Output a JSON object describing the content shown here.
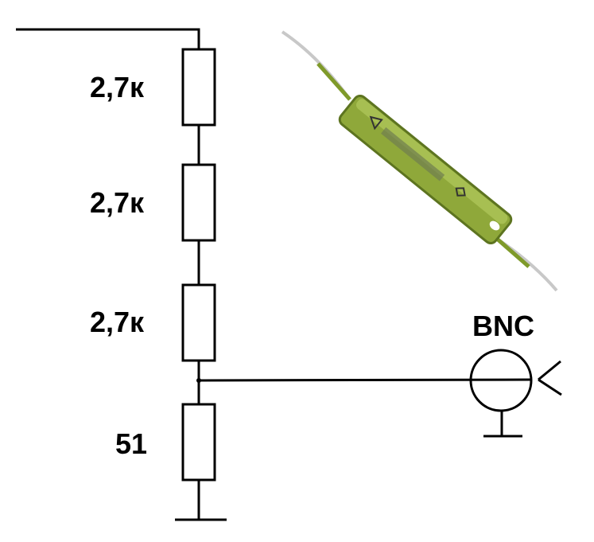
{
  "labels": {
    "r1": "2,7к",
    "r2": "2,7к",
    "r3": "2,7к",
    "r4": "51",
    "connector": "BNC"
  },
  "colors": {
    "line": "#000000",
    "resistor_body": "#8fa83a",
    "resistor_dark": "#5d7420",
    "lead": "#c0c0c0"
  }
}
